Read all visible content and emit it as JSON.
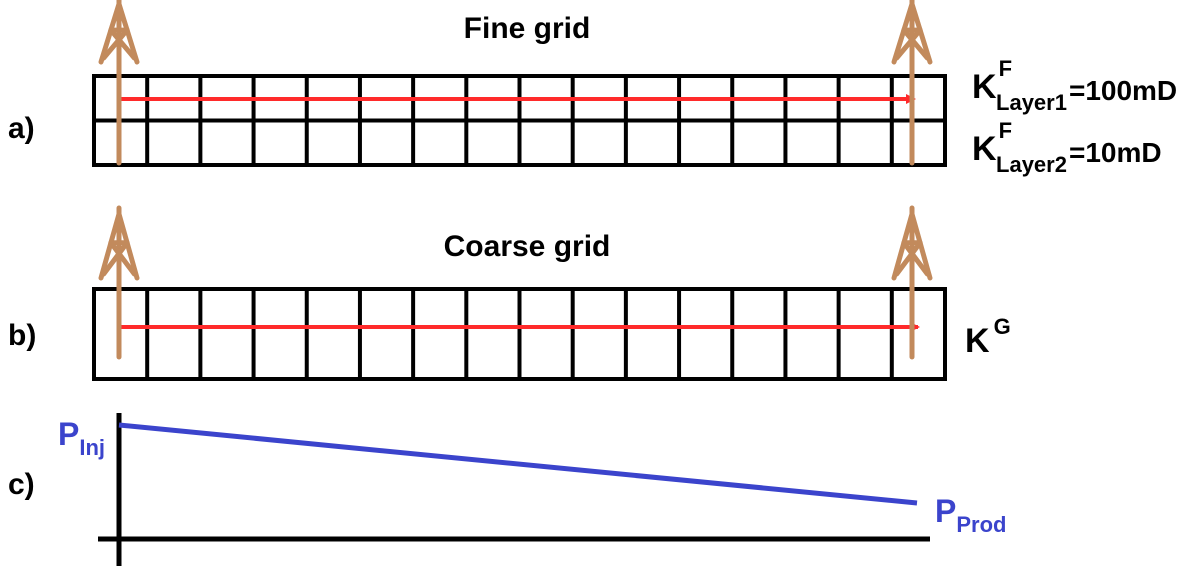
{
  "colors": {
    "grid": "#000000",
    "flow_arrow": "#ff2a2a",
    "well": "#c28a5c",
    "pressure": "#3b44cc",
    "axis": "#000000",
    "background": "#ffffff"
  },
  "panel_a": {
    "label": "a)",
    "title": "Fine grid",
    "columns": 16,
    "rows": 2,
    "k_layer1": {
      "symbol": "K",
      "superscript": "F",
      "subscript": "Layer1",
      "value": "=100mD"
    },
    "k_layer2": {
      "symbol": "K",
      "superscript": "F",
      "subscript": "Layer2",
      "value": "=10mD"
    }
  },
  "panel_b": {
    "label": "b)",
    "title": "Coarse grid",
    "columns": 16,
    "rows": 1,
    "k": {
      "symbol": "K",
      "superscript": "G"
    }
  },
  "panel_c": {
    "label": "c)",
    "p_inj": {
      "symbol": "P",
      "subscript": "Inj"
    },
    "p_prod": {
      "symbol": "P",
      "subscript": "Prod"
    }
  },
  "icons": {
    "well": "oil-derrick-icon"
  }
}
